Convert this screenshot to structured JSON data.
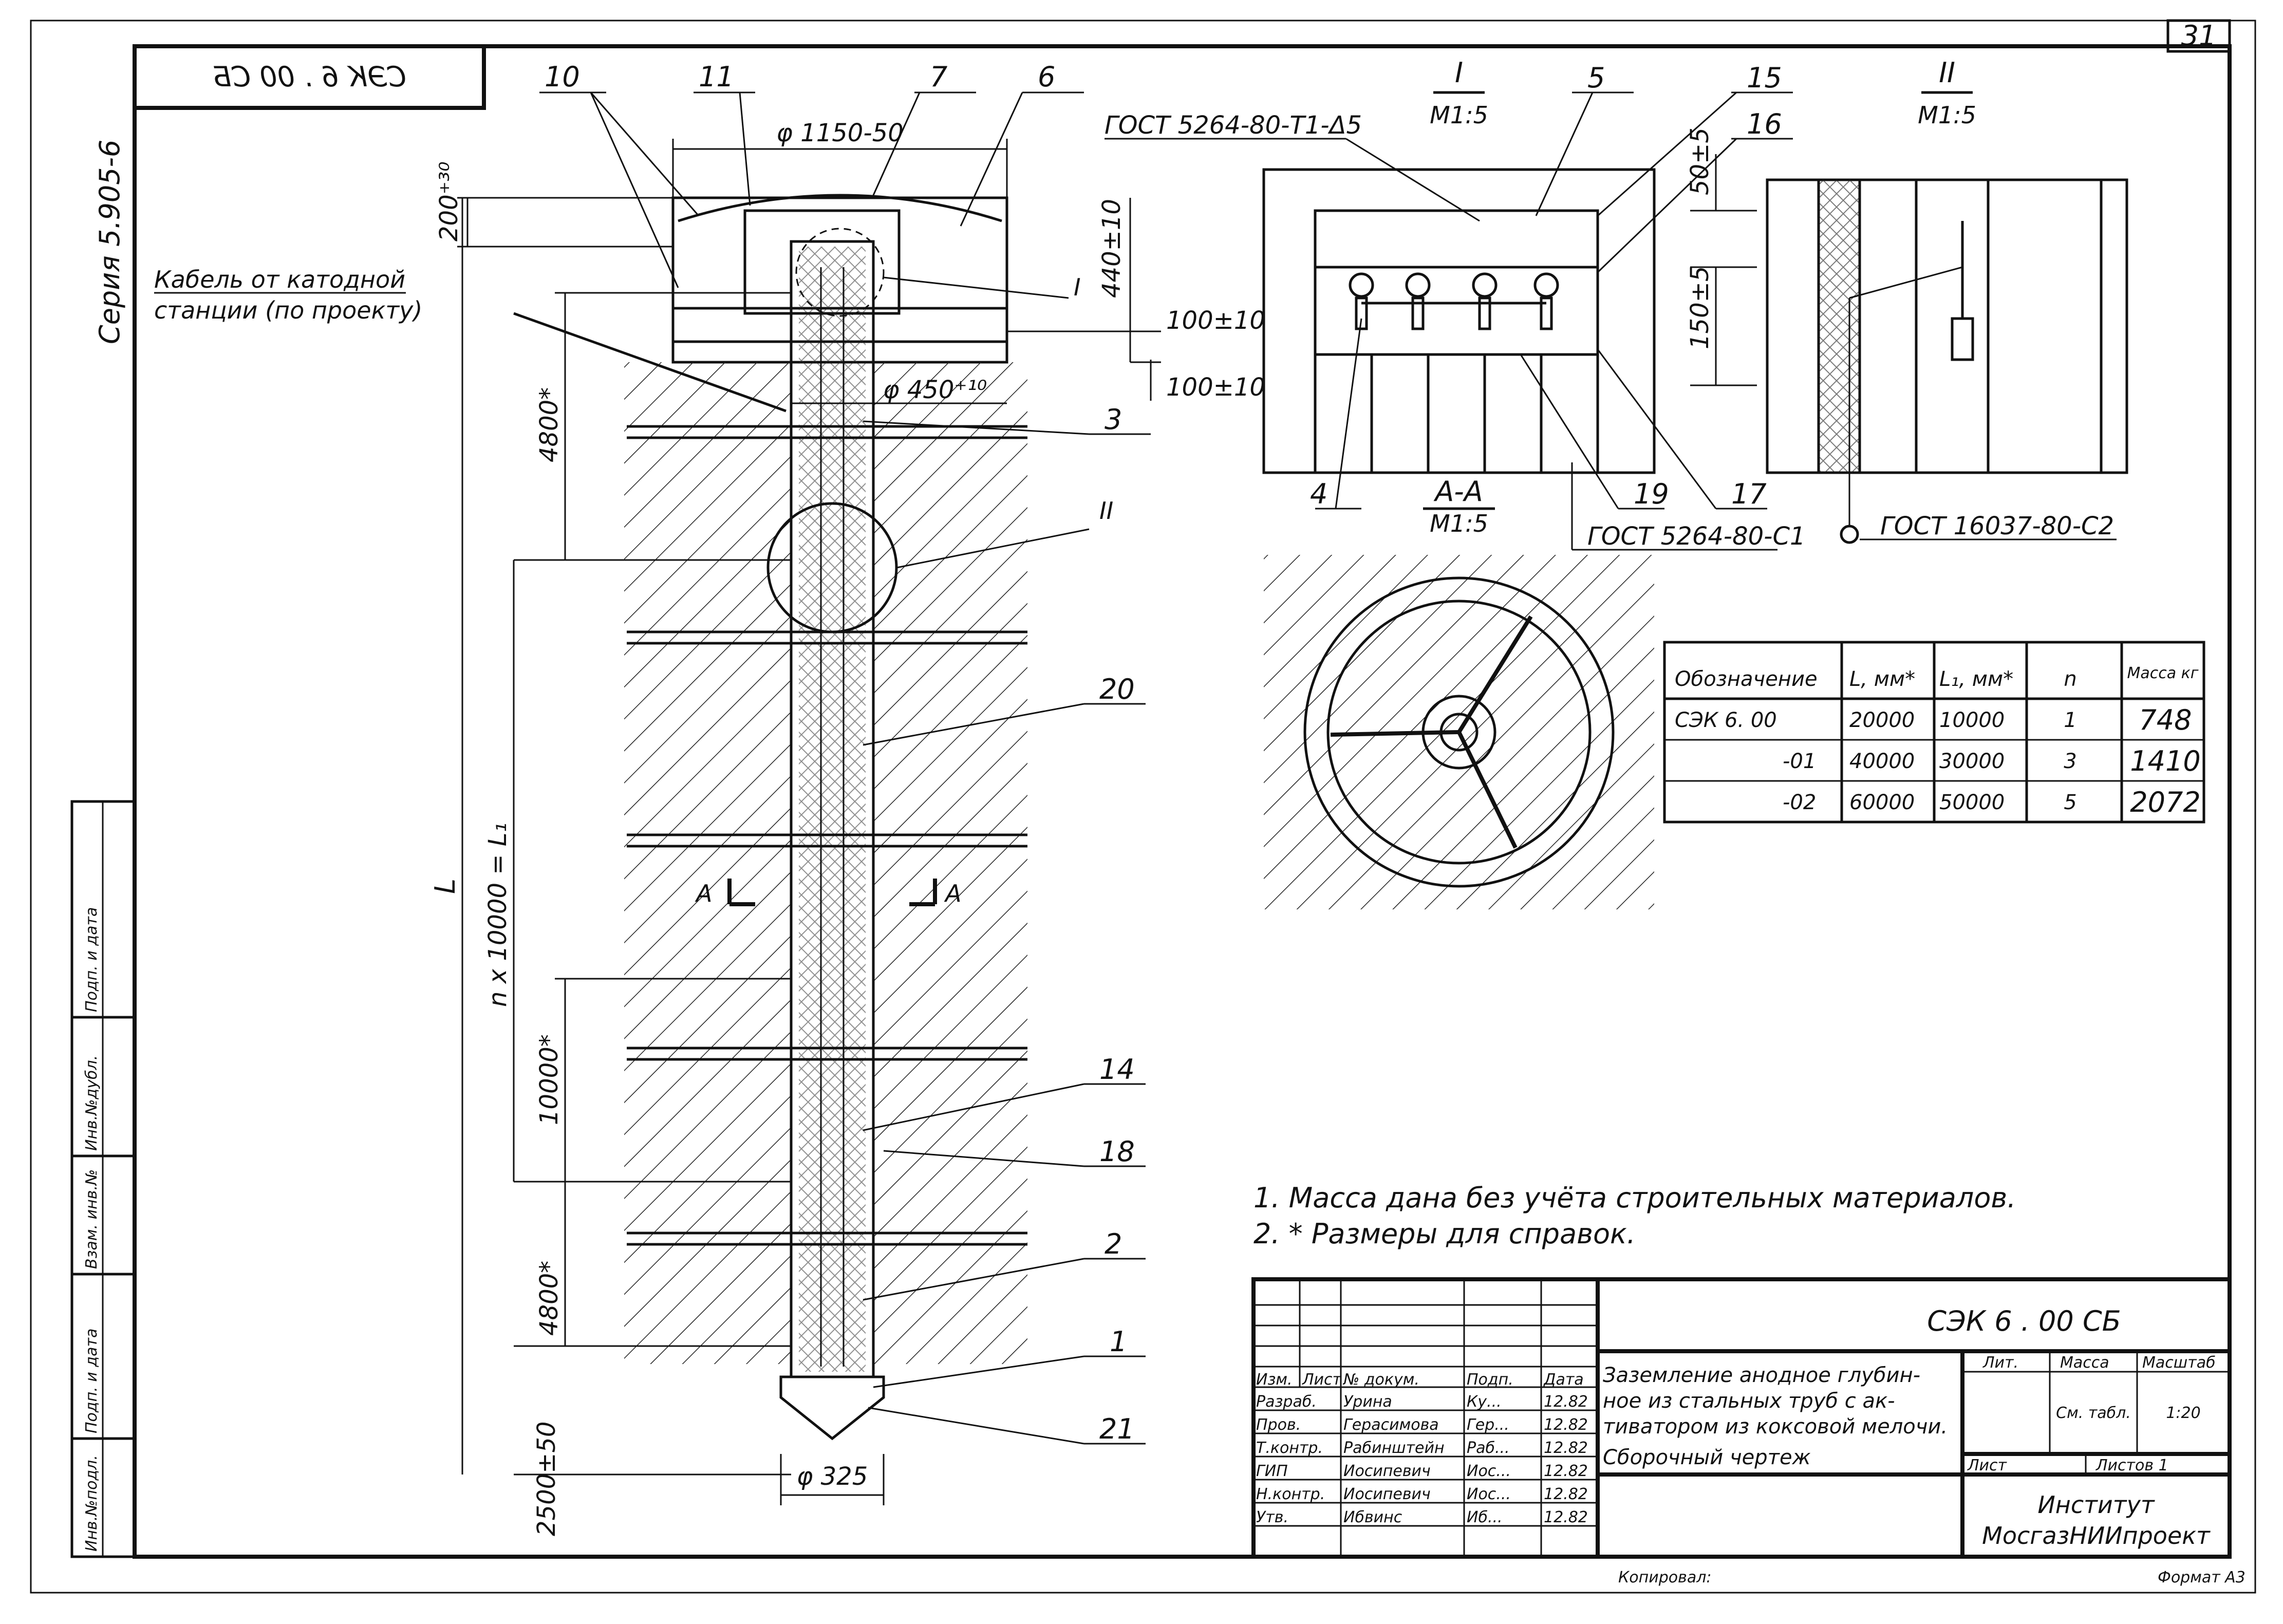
{
  "sheet": {
    "page_number": "31",
    "series": "Серия 5.905-6",
    "code_mirrored": "СЭК 6 . 00 СБ",
    "format": "Формат А3",
    "copied": "Копировал:"
  },
  "main_view": {
    "diameter_top": "φ 1150-50",
    "diameter_inner": "φ 450⁺¹⁰",
    "diameter_bottom": "φ 325",
    "dim_200": "200⁺³⁰",
    "dim_440": "440±10",
    "dim_100a": "100±10",
    "dim_100b": "100±10",
    "dim_4800_top": "4800*",
    "dim_total": "L",
    "dim_n_x": "n x 10000 = L₁",
    "dim_10000": "10000*",
    "dim_4800_bottom": "4800*",
    "dim_2500": "2500±50",
    "cable_label_line1": "Кабель от катодной",
    "cable_label_line2": "станции (по проекту)",
    "section_mark_left": "A",
    "section_mark_right": "A",
    "detail_I_mark": "I",
    "detail_II_mark": "II"
  },
  "callouts": [
    "10",
    "11",
    "7",
    "6",
    "5",
    "15",
    "16",
    "3",
    "20",
    "14",
    "18",
    "2",
    "1",
    "21",
    "4",
    "19",
    "17"
  ],
  "detail_I": {
    "title": "I",
    "scale": "M1:5",
    "weld_note": "ГОСТ 5264-80-Т1-Δ5",
    "dim_50": "50±5",
    "dim_150": "150±5"
  },
  "detail_II": {
    "title": "II",
    "scale": "M1:5",
    "weld_note": "ГОСТ 16037-80-С2"
  },
  "section_AA": {
    "title": "A-A",
    "scale": "M1:5",
    "weld_note": "ГОСТ 5264-80-С1"
  },
  "spec_table": {
    "headers": [
      "Обозначение",
      "L, мм*",
      "L₁, мм*",
      "n",
      "Масса кг"
    ],
    "rows": [
      [
        "СЭК 6. 00",
        "20000",
        "10000",
        "1",
        "748"
      ],
      [
        "-01",
        "40000",
        "30000",
        "3",
        "1410"
      ],
      [
        "-02",
        "60000",
        "50000",
        "5",
        "2072"
      ]
    ]
  },
  "notes": [
    "1. Масса дана без учёта строительных материалов.",
    "2. * Размеры для справок."
  ],
  "title_block": {
    "designation": "СЭК 6 . 00 СБ",
    "title_lines": [
      "Заземление анодное глубин-",
      "ное из стальных труб с ак-",
      "тиватором из коксовой мелочи."
    ],
    "subtitle": "Сборочный чертеж",
    "lit_label": "Лит.",
    "mass_label": "Масса",
    "scale_label": "Масштаб",
    "mass_value": "См. табл.",
    "scale_value": "1:20",
    "sheet_label": "Лист",
    "sheets_label": "Листов 1",
    "org_line1": "Институт",
    "org_line2": "МосгазНИИпроект",
    "header_cells": [
      "Изм.",
      "Лист",
      "№ докум.",
      "Подп.",
      "Дата"
    ],
    "roles": [
      {
        "role": "Разраб.",
        "name": "Урина",
        "sign": "Ку...",
        "date": "12.82"
      },
      {
        "role": "Пров.",
        "name": "Герасимова",
        "sign": "Гер...",
        "date": "12.82"
      },
      {
        "role": "Т.контр.",
        "name": "Рабинштейн",
        "sign": "Раб...",
        "date": "12.82"
      },
      {
        "role": "ГИП",
        "name": "Иосипевич",
        "sign": "Иос...",
        "date": "12.82"
      },
      {
        "role": "Н.контр.",
        "name": "Иосипевич",
        "sign": "Иос...",
        "date": "12.82"
      },
      {
        "role": "Утв.",
        "name": "Ибвинс",
        "sign": "Иб...",
        "date": "12.82"
      }
    ]
  },
  "side_stamp": [
    "Инв.№подл.",
    "Подп. и дата",
    "Взам. инв.№",
    "Инв.№дубл.",
    "Подп. и дата"
  ]
}
